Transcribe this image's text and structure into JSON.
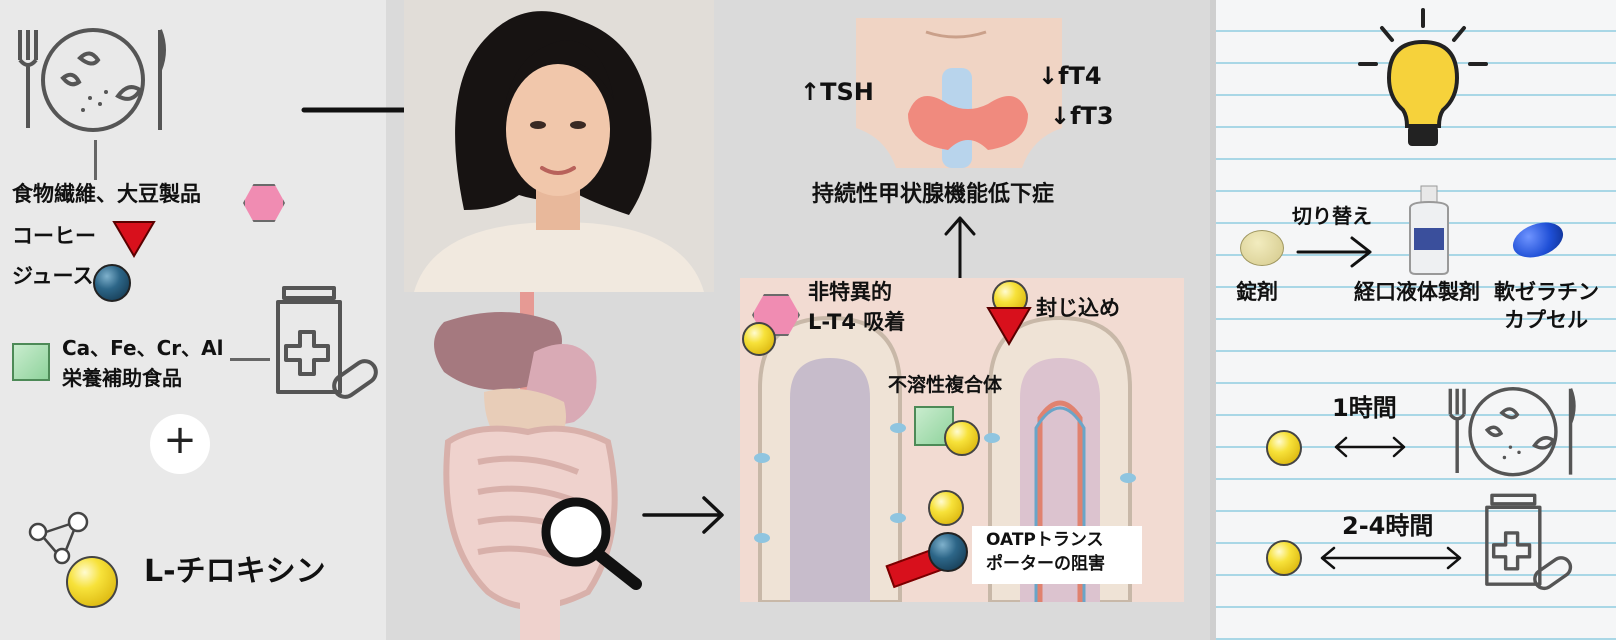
{
  "left": {
    "food_list": [
      "食物繊維、大豆製品",
      "コーヒー",
      "ジュース"
    ],
    "supplement": [
      "Ca、Fe、Cr、Al",
      "栄養補助食品"
    ],
    "plus": "+",
    "drug_label": "L-チロキシン"
  },
  "center": {
    "tsh": "↑TSH",
    "ft4": "↓fT4",
    "ft3": "↓fT3",
    "condition": "持続性甲状腺機能低下症",
    "nonspecific": [
      "非特異的",
      "L-T4 吸着"
    ],
    "sequestration": "封じ込め",
    "insoluble": "不溶性複合体",
    "oatp": [
      "OATPトランス",
      "ポーターの阻害"
    ]
  },
  "right": {
    "switch": "切り替え",
    "tablet": "錠剤",
    "liquid": "経口液体製剤",
    "softgel": [
      "軟ゼラチン",
      "カプセル"
    ],
    "gap_food": "1時間",
    "gap_supp": "2-4時間"
  },
  "colors": {
    "hexagon_pink": "#f08cb2",
    "triangle_red": "#d8101c",
    "ball_yellow": "#f7e23a",
    "ball_blue": "#2d6688",
    "square_green": "#8fd39c",
    "capsule_blue": "#1f4fd6",
    "bulb_yellow": "#f6d23b",
    "notebook_line": "#a9d7e6"
  }
}
